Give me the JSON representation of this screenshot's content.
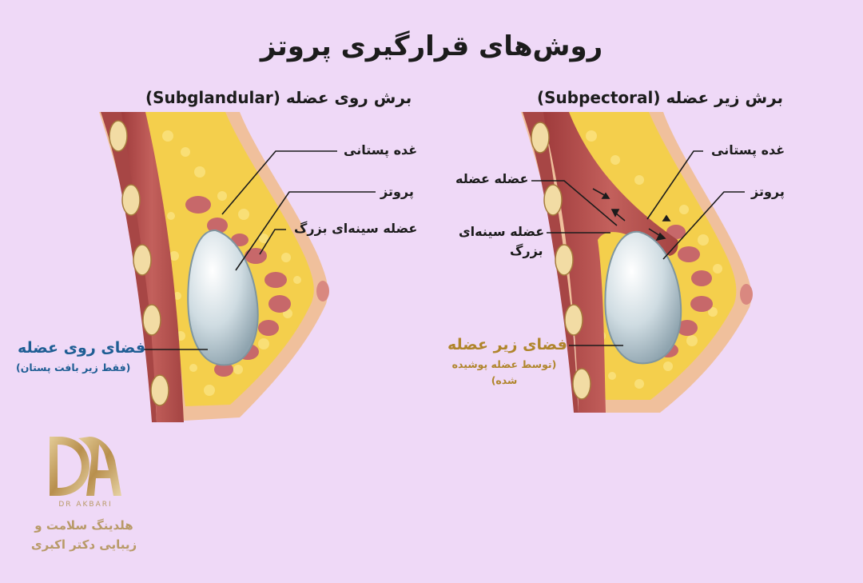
{
  "title": "روش‌های قرارگیری پروتز",
  "panels": {
    "subglandular": {
      "heading": "برش روی عضله (Subglandular)",
      "labels": {
        "gland": "غده پستانی",
        "implant": "پروتز",
        "pec_major": "عضله سینه‌ای بزرگ"
      },
      "space_title": "فضای روی عضله",
      "space_note": "(فقط زیر بافت پستان)"
    },
    "subpectoral": {
      "heading": "برش زیر عضله (Subpectoral)",
      "labels": {
        "gland": "غده پستانی",
        "muscle": "عضله عضله",
        "implant": "پروتز",
        "pec_major_line1": "عضله سینه‌ای",
        "pec_major_line2": "بزرگ"
      },
      "space_title": "فضای زیر عضله",
      "space_note_line1": "(توسط عضله پوشیده",
      "space_note_line2": "شده)"
    }
  },
  "brand": {
    "logo_mark": "DA",
    "logo_caption": "DR AKBARI",
    "line1": "هلدینگ سلامت و",
    "line2": "زیبایی دکتر اکبری"
  },
  "colors": {
    "background": "#efd9f7",
    "skin": "#f0c09c",
    "fat": "#f4cf4c",
    "muscle": "#b84f4d",
    "implant": "#c9d6dc",
    "blue_text": "#1f5e94",
    "gold_text": "#b0852c",
    "logo_gold": "#c7a66f"
  }
}
